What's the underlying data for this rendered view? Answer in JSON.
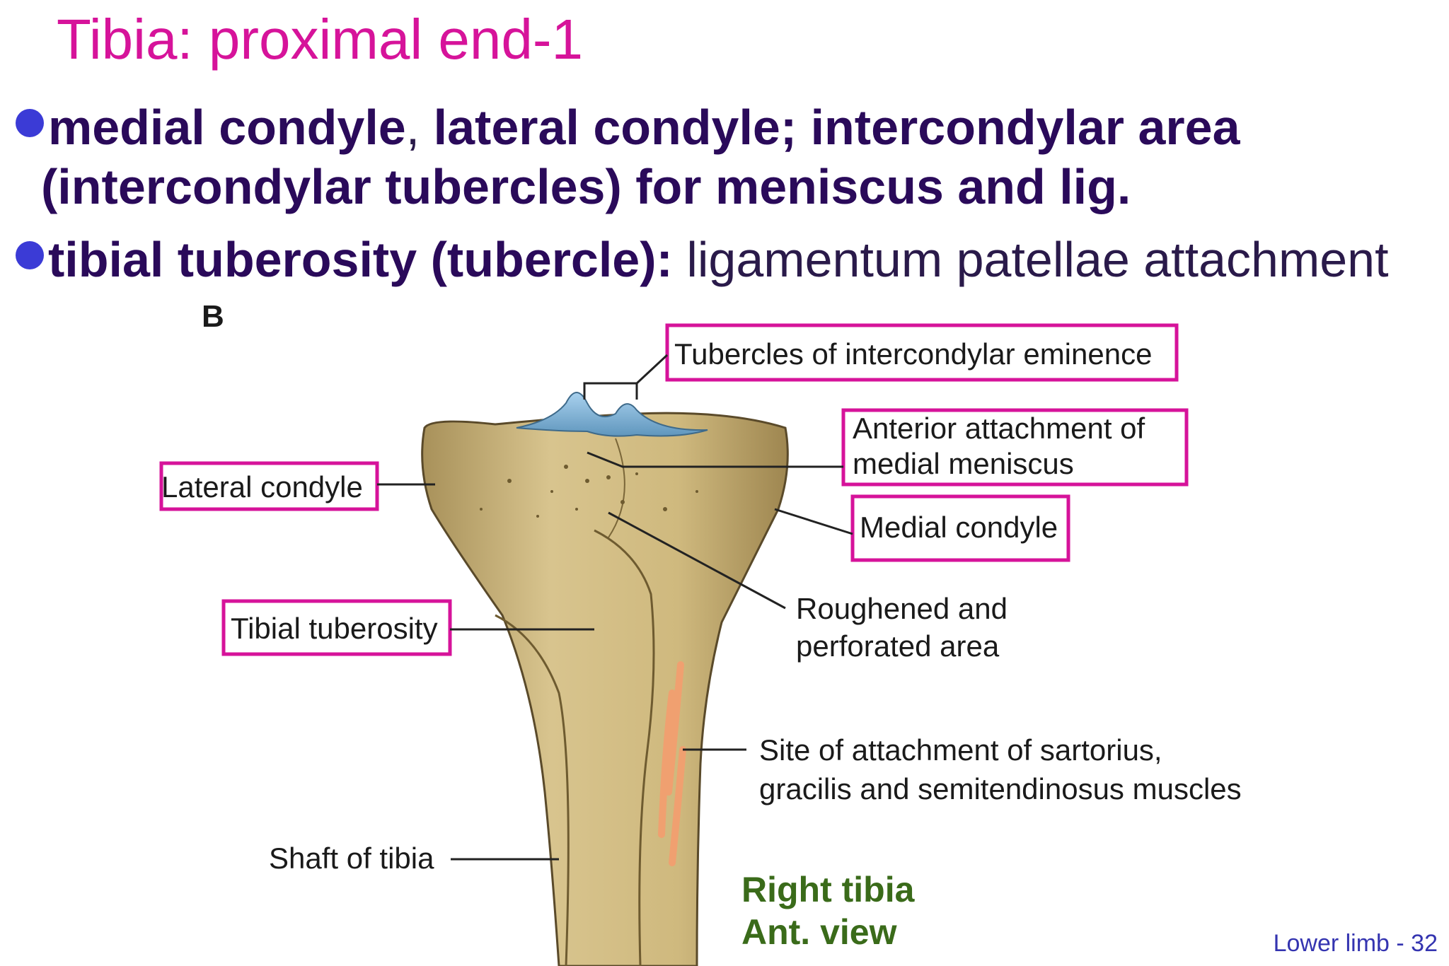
{
  "title": "Tibia: proximal end-1",
  "bullets": [
    {
      "line1_a": "medial condyle",
      "line1_b": ", ",
      "line1_c": "lateral condyle; intercondylar area",
      "line2": "(intercondylar tubercles) for meniscus and lig."
    },
    {
      "bold": "tibial tuberosity (tubercle):",
      "plain": " ligamentum patellae attachment"
    }
  ],
  "figure": {
    "panel_letter": "B",
    "labels": {
      "tubercles": "Tubercles of intercondylar eminence",
      "anterior_1": "Anterior attachment of",
      "anterior_2": "medial meniscus",
      "lateral_condyle": "Lateral condyle",
      "medial_condyle": "Medial condyle",
      "tibial_tuberosity": "Tibial tuberosity",
      "roughened_1": "Roughened and",
      "roughened_2": "perforated area",
      "site_1": "Site of attachment of sartorius,",
      "site_2": "gracilis and semitendinosus muscles",
      "shaft": "Shaft of tibia"
    },
    "caption_1": "Right tibia",
    "caption_2": "Ant. view",
    "colors": {
      "bone": "#c9b27a",
      "cartilage": "#7fb3d6",
      "highlight_box": "#d6139a",
      "muscle_attachment": "#f0a070"
    }
  },
  "footer": "Lower limb - 32"
}
